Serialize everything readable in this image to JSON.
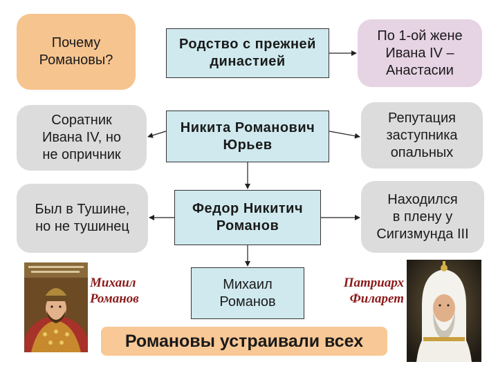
{
  "colors": {
    "peach": "#f6c48f",
    "cyan": "#cfe9ee",
    "lavender": "#e6d3e4",
    "gray": "#dcdcdc",
    "banner": "#f8c896",
    "caption": "#8b1a1a"
  },
  "diagram": {
    "question": "Почему\nРомановы?",
    "kinship": "Родство с прежней\nдинастией",
    "first_wife": "По 1-ой жене\nИвана IV –\nАнастасии",
    "comrade": "Соратник\nИвана IV, но\nне опричник",
    "nikita": "Никита Романович\nЮрьев",
    "reputation": "Репутация\nзаступника\nопальных",
    "tushino": "Был в Тушине,\nно не тушинец",
    "fedor": "Федор Никитич\nРоманов",
    "captivity": "Находился\nв плену у\nСигизмунда III",
    "mikhail": "Михаил\nРоманов"
  },
  "portraits": {
    "left_caption": "Михаил\nРоманов",
    "left_icon": "tsar-portrait",
    "right_caption": "Патриарх\nФиларет",
    "right_icon": "patriarch-portrait"
  },
  "banner": "Романовы устраивали всех"
}
